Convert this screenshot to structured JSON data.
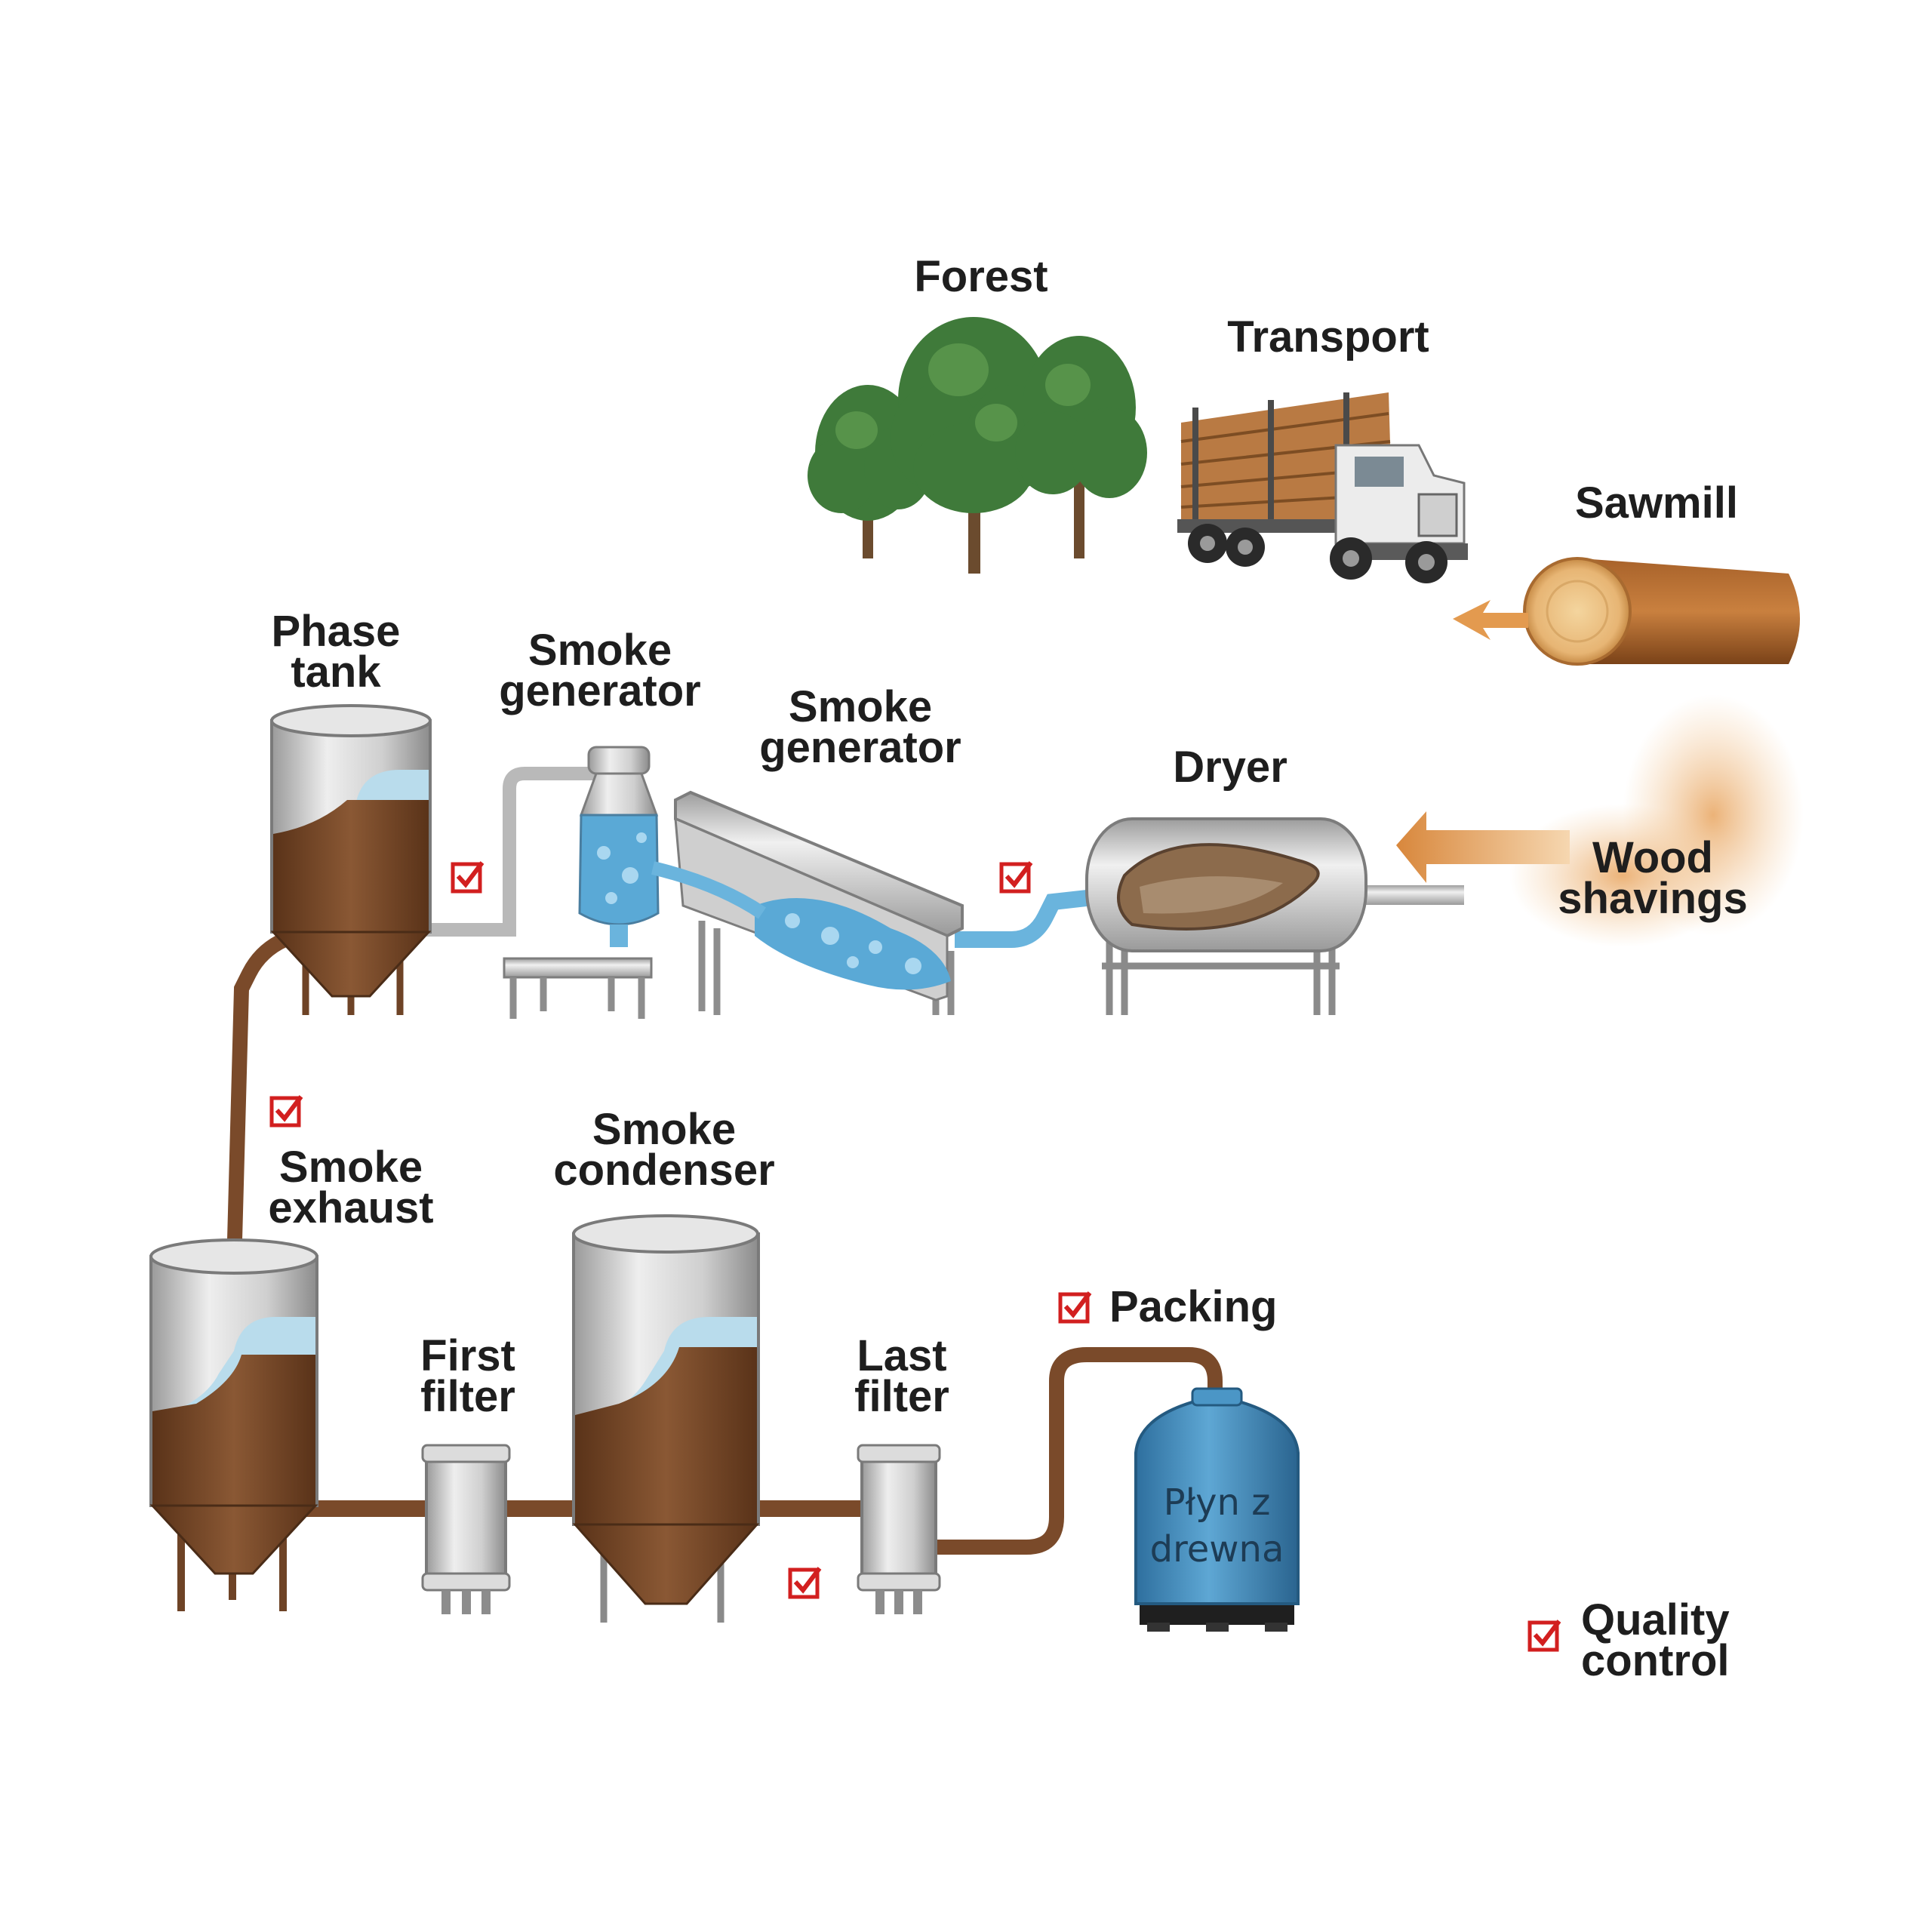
{
  "stages": {
    "forest": "Forest",
    "transport": "Transport",
    "sawmill": "Sawmill",
    "wood_shavings": [
      "Wood",
      "shavings"
    ],
    "dryer": "Dryer",
    "smoke_generator_conveyor": [
      "Smoke",
      "generator"
    ],
    "smoke_generator_hopper": [
      "Smoke",
      "generator"
    ],
    "phase_tank": [
      "Phase",
      "tank"
    ],
    "smoke_exhaust": [
      "Smoke",
      "exhaust"
    ],
    "smoke_condenser": [
      "Smoke",
      "condenser"
    ],
    "first_filter": [
      "First",
      "filter"
    ],
    "last_filter": [
      "Last",
      "filter"
    ],
    "packing": "Packing"
  },
  "product_tank_text": [
    "Płyn z",
    "drewna"
  ],
  "legend": {
    "icon": "checkbox-check-icon",
    "label": [
      "Quality",
      "control"
    ]
  },
  "colors": {
    "check_red": "#d21f1f",
    "liquid_brown": "#7a4a2a",
    "water_blue": "#5aa9d6",
    "steel": "#c9c9c9",
    "shavings_orange": "#e4a25a",
    "tree_green": "#3f7a3a",
    "product_tank_blue": "#3e8bc0"
  }
}
